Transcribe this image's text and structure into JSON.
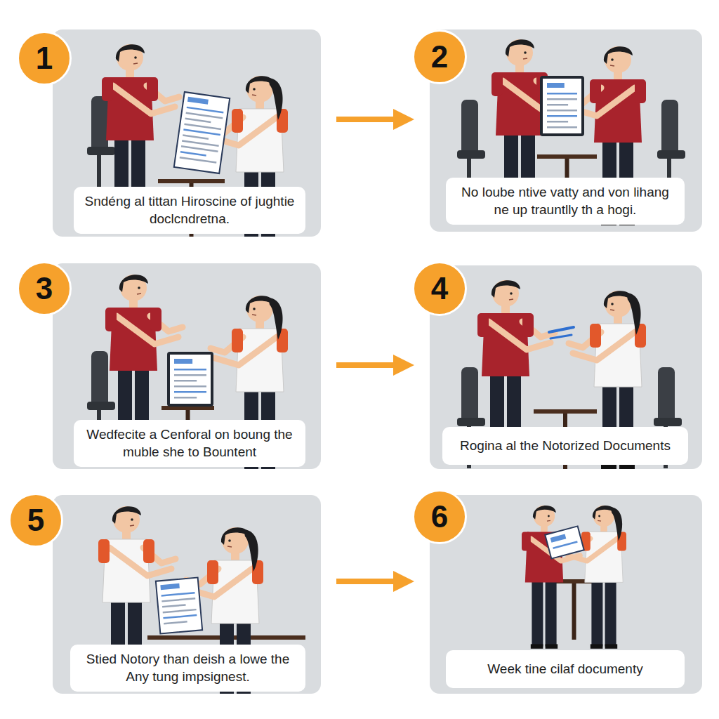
{
  "diagram": {
    "nodes": [
      {
        "text": [
          "1",
          "Sndéng al tittan Hiroscine of jughtie doclcndretna."
        ]
      },
      {
        "text": [
          "2",
          "No loube ntive vatty and von lihang ne up trauntlly th a hogi."
        ]
      },
      {
        "text": [
          "3",
          "Wedfecite a Cenforal on boung the muble she to Bountent"
        ]
      },
      {
        "text": [
          "4",
          "Rogina al the Notorized Documents"
        ]
      },
      {
        "text": [
          "5",
          "Stied Notory than deish a lowe the Any tung impsignest."
        ]
      },
      {
        "text": [
          "6",
          "Week tine cilaf documenty"
        ]
      }
    ],
    "edges": [
      {
        "from": 0,
        "to": 1,
        "arrow": "to"
      },
      {
        "from": 2,
        "to": 3,
        "arrow": "to"
      },
      {
        "from": 4,
        "to": 5,
        "arrow": "to"
      }
    ]
  }
}
